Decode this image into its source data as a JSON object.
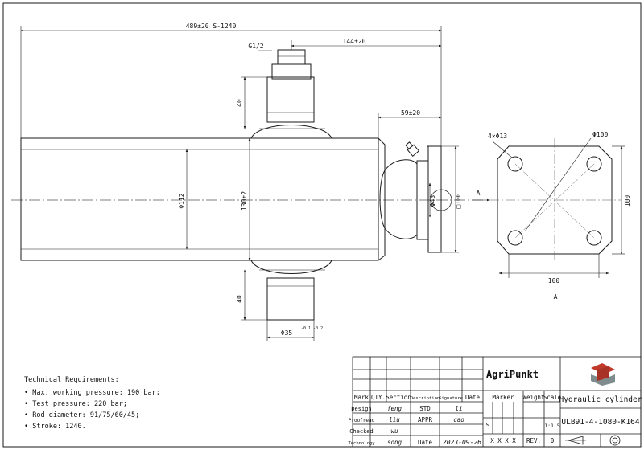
{
  "dimensions": {
    "overall_length": "489±20 S-1240",
    "port_distance": "144±20",
    "mount_offset": "59±20",
    "port_thread": "G1/2",
    "holes": "4×Φ13",
    "bolt_circle": "Φ100",
    "barrel_diameter": "Φ112",
    "center_height": "130±2",
    "flange_square": "□100",
    "pin_diameter": "Φ43",
    "trunnion_length_top": "40",
    "trunnion_length_bottom": "40",
    "trunnion_diameter": "Φ35",
    "trunnion_tolerance": "-0.1 -0.2",
    "flange_width": "100",
    "flange_height": "100"
  },
  "view_labels": {
    "arrow": "A",
    "view": "A"
  },
  "requirements": {
    "title": "Technical Requirements:",
    "items": [
      "• Max. working pressure: 190 bar;",
      "• Test pressure: 220 bar;",
      "• Rod diameter: 91/75/60/45;",
      "• Stroke: 1240."
    ]
  },
  "title_block": {
    "company": "AgriPunkt",
    "product": "Hydraulic cylinder",
    "drawing_no": "ULB91-4-1080-K164",
    "header": {
      "mark": "Mark",
      "qty": "QTY.",
      "section": "Section",
      "description": "Description",
      "signature": "Signature",
      "date": "Date"
    },
    "rows": [
      {
        "label": "Design",
        "sign": "feng",
        "role": "STD",
        "role_sign": "li"
      },
      {
        "label": "Proofread",
        "sign": "liu",
        "role": "APPR",
        "role_sign": "cao"
      },
      {
        "label": "Checked",
        "sign": "wu"
      },
      {
        "label": "Technology",
        "sign": "song",
        "role": "Date",
        "role_sign": "2023-09-26"
      }
    ],
    "marker_label": "Marker",
    "weight_label": "Weight",
    "scale_label": "Scale",
    "scale_value": "1:1.5",
    "marker_value": "S",
    "sheet_marks": "X  X X  X",
    "rev_label": "REV.",
    "rev_value": "0"
  },
  "colors": {
    "line": "#1a1a1a",
    "centerline": "#555555",
    "logo_red": "#c0392b",
    "logo_grey": "#7f8c8d"
  }
}
